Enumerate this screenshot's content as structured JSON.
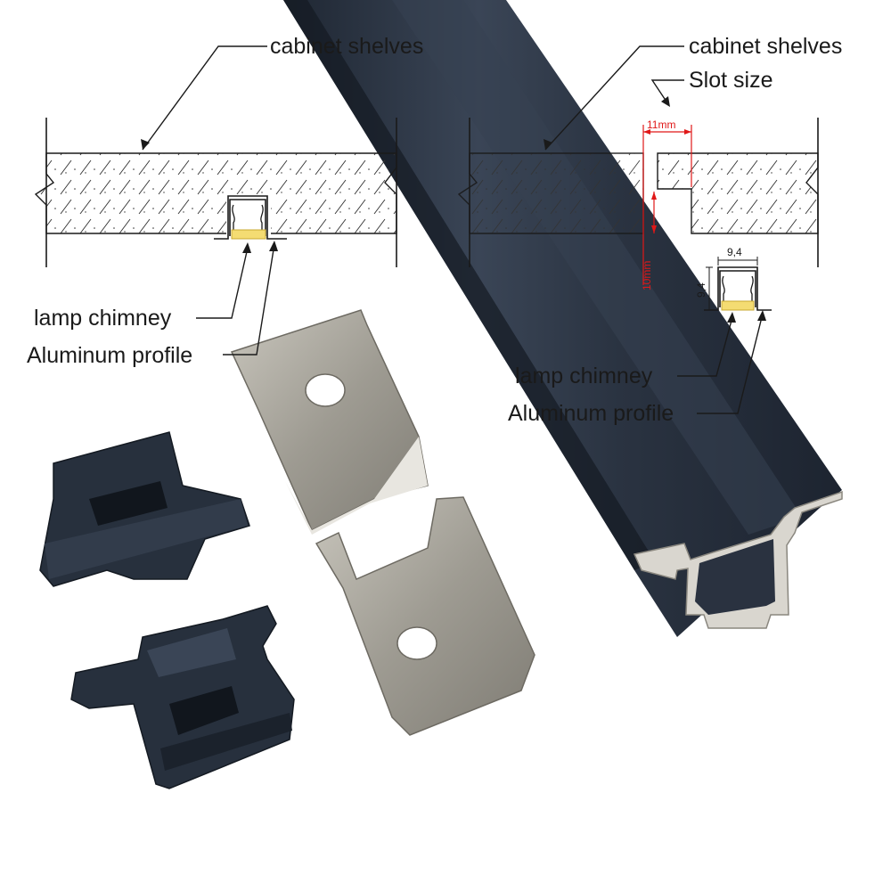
{
  "left_diagram": {
    "shelf_label": "cabinet shelves",
    "chimney_label": "lamp chimney",
    "profile_label": "Aluminum profile"
  },
  "right_diagram": {
    "shelf_label": "cabinet shelves",
    "slot_label": "Slot size",
    "slot_width": "11mm",
    "slot_depth": "10mm",
    "profile_width": "9,4",
    "profile_height": "9,4",
    "chimney_label": "lamp chimney",
    "profile_label": "Aluminum profile"
  },
  "colors": {
    "profile_body": "#2b3442",
    "clip_metal": "#a9a69d",
    "led_strip": "#f4dc72",
    "dimension_red": "#e01818"
  }
}
